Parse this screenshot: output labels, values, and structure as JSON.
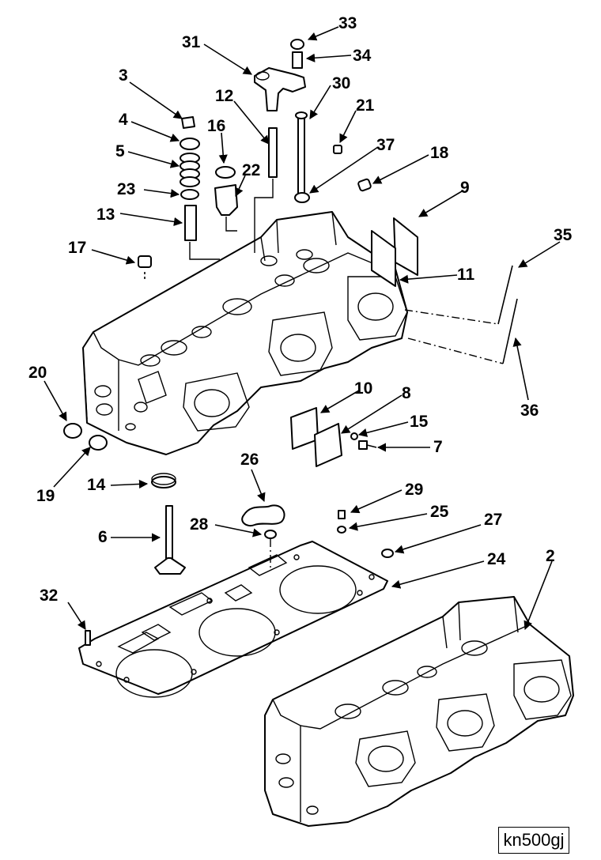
{
  "figure_code": "kn500gj",
  "callouts": [
    "33",
    "31",
    "34",
    "30",
    "3",
    "12",
    "21",
    "16",
    "37",
    "18",
    "4",
    "5",
    "22",
    "23",
    "9",
    "13",
    "17",
    "35",
    "11",
    "20",
    "10",
    "8",
    "15",
    "7",
    "36",
    "19",
    "14",
    "26",
    "29",
    "25",
    "27",
    "28",
    "6",
    "24",
    "2",
    "32"
  ]
}
